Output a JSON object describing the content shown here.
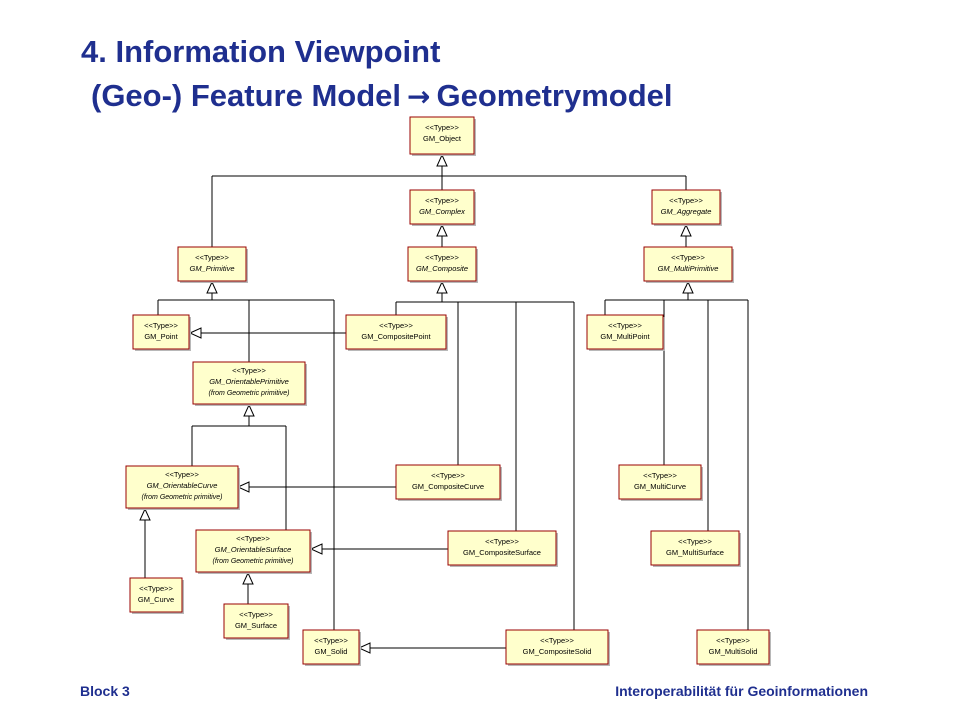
{
  "title": {
    "line1": "4. Information Viewpoint",
    "line2_prefix": "(Geo-) Feature Model",
    "arrow": "→",
    "line2_suffix": "Geometrymodel"
  },
  "stereotype": "<<Type>>",
  "boxes": {
    "gm_object": {
      "name": "GM_Object",
      "italic": false
    },
    "gm_complex": {
      "name": "GM_Complex",
      "italic": true
    },
    "gm_aggregate": {
      "name": "GM_Aggregate",
      "italic": true
    },
    "gm_primitive": {
      "name": "GM_Primitive",
      "italic": true
    },
    "gm_composite": {
      "name": "GM_Composite",
      "italic": true
    },
    "gm_multiprimitive": {
      "name": "GM_MultiPrimitive",
      "italic": true
    },
    "gm_point": {
      "name": "GM_Point",
      "italic": false
    },
    "gm_compositepoint": {
      "name": "GM_CompositePoint",
      "italic": false
    },
    "gm_multipoint": {
      "name": "GM_MultiPoint",
      "italic": false
    },
    "gm_orientableprimitive": {
      "name": "GM_OrientablePrimitive",
      "italic": true,
      "sub": "(from Geometric primitive)"
    },
    "gm_orientablecurve": {
      "name": "GM_OrientableCurve",
      "italic": true,
      "sub": "(from Geometric primitive)"
    },
    "gm_compositecurve": {
      "name": "GM_CompositeCurve",
      "italic": false
    },
    "gm_multicurve": {
      "name": "GM_MultiCurve",
      "italic": false
    },
    "gm_orientablesurface": {
      "name": "GM_OrientableSurface",
      "italic": true,
      "sub": "(from Geometric primitive)"
    },
    "gm_compositesurface": {
      "name": "GM_CompositeSurface",
      "italic": false
    },
    "gm_multisurface": {
      "name": "GM_MultiSurface",
      "italic": false
    },
    "gm_curve": {
      "name": "GM_Curve",
      "italic": false
    },
    "gm_surface": {
      "name": "GM_Surface",
      "italic": false
    },
    "gm_solid": {
      "name": "GM_Solid",
      "italic": false
    },
    "gm_compositesolid": {
      "name": "GM_CompositeSolid",
      "italic": false
    },
    "gm_multisolid": {
      "name": "GM_MultiSolid",
      "italic": false
    }
  },
  "footer": {
    "left": "Block 3",
    "right": "Interoperabilität für Geoinformationen"
  },
  "colors": {
    "title": "#1f2f8f",
    "box_fill": "#ffffcc",
    "box_border": "#990000",
    "line": "#000000"
  }
}
